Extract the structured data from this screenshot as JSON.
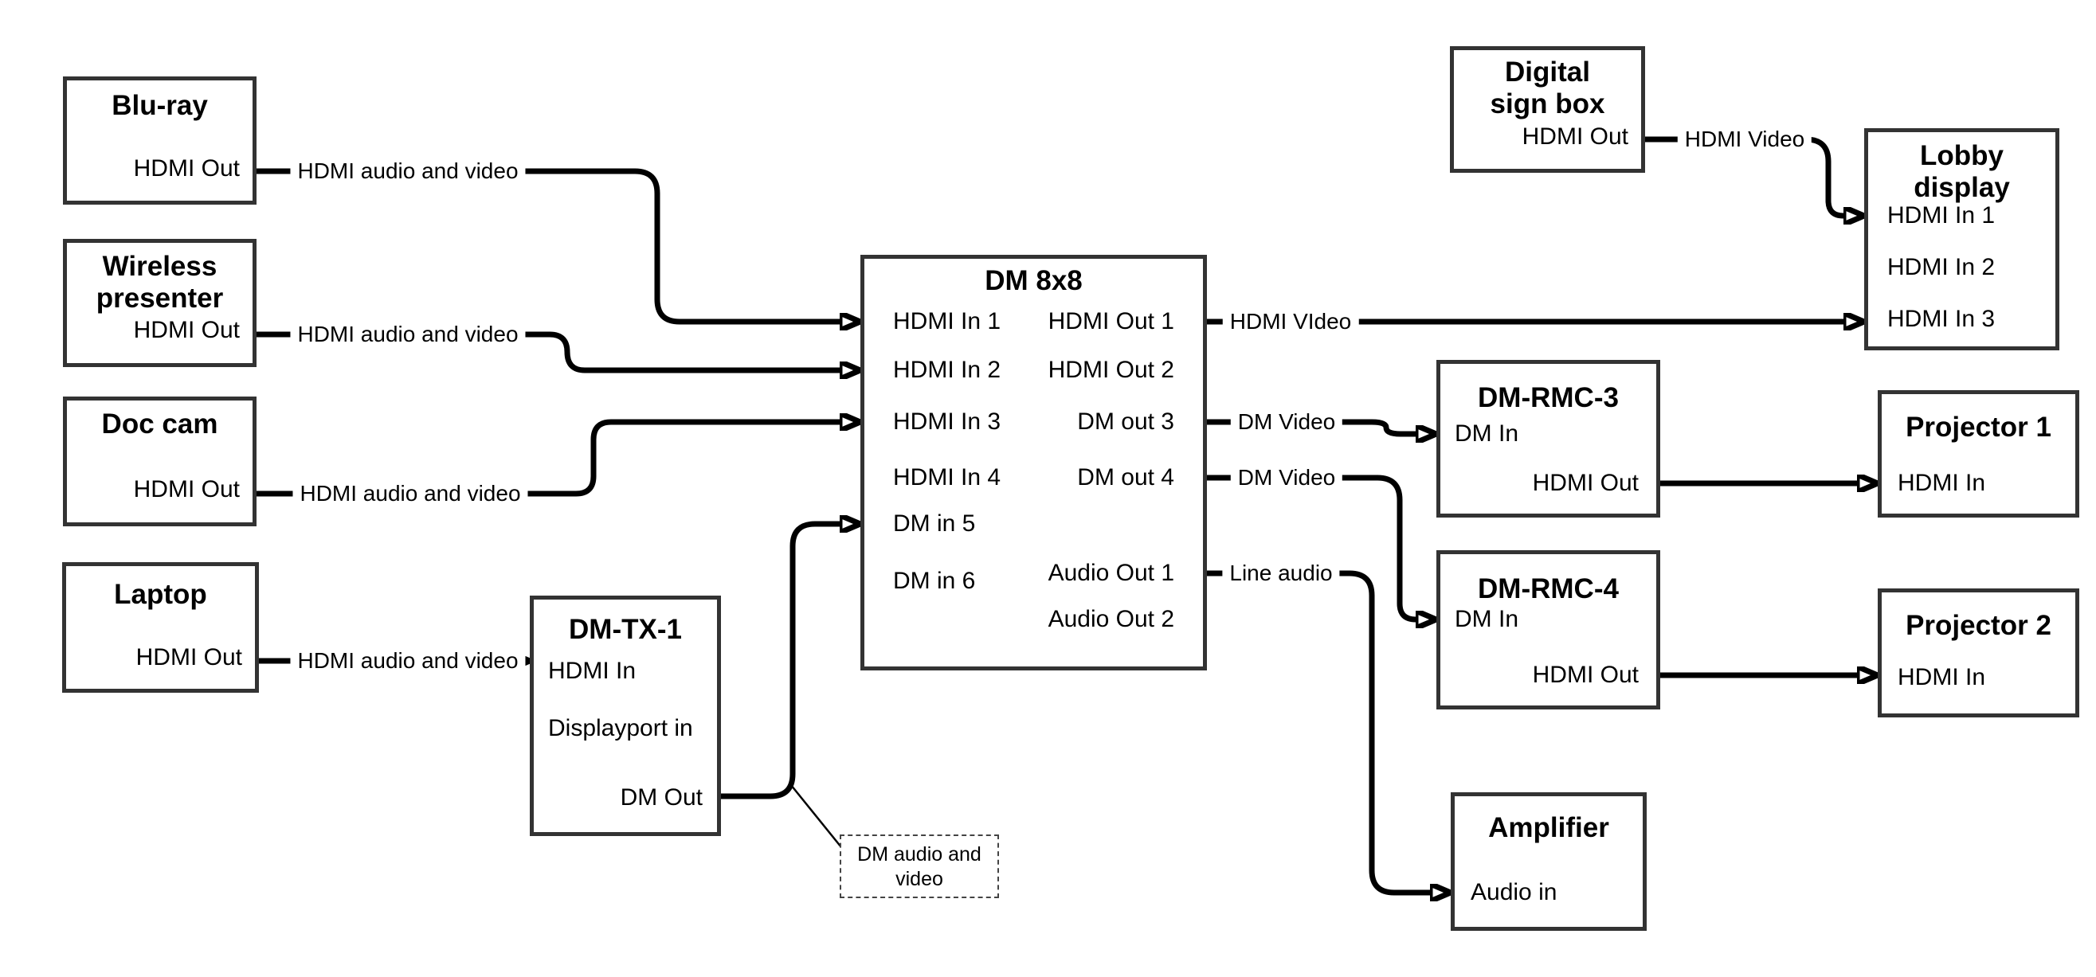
{
  "diagram": {
    "nodes": {
      "bluray": {
        "title": "Blu-ray",
        "port_hdmi_out": "HDMI Out"
      },
      "wireless_presenter": {
        "title": "Wireless presenter",
        "port_hdmi_out": "HDMI Out"
      },
      "doc_cam": {
        "title": "Doc cam",
        "port_hdmi_out": "HDMI Out"
      },
      "laptop": {
        "title": "Laptop",
        "port_hdmi_out": "HDMI Out"
      },
      "dm_tx_1": {
        "title": "DM-TX-1",
        "port_hdmi_in": "HDMI In",
        "port_displayport_in": "Displayport in",
        "port_dm_out": "DM Out"
      },
      "dm_8x8": {
        "title": "DM 8x8",
        "port_hdmi_in_1": "HDMI In 1",
        "port_hdmi_in_2": "HDMI In 2",
        "port_hdmi_in_3": "HDMI In 3",
        "port_hdmi_in_4": "HDMI In 4",
        "port_dm_in_5": "DM in 5",
        "port_dm_in_6": "DM in 6",
        "port_hdmi_out_1": "HDMI Out 1",
        "port_hdmi_out_2": "HDMI Out 2",
        "port_dm_out_3": "DM out 3",
        "port_dm_out_4": "DM out 4",
        "port_audio_out_1": "Audio Out 1",
        "port_audio_out_2": "Audio Out 2"
      },
      "digital_sign_box": {
        "title": "Digital sign box",
        "port_hdmi_out": "HDMI Out"
      },
      "lobby_display": {
        "title": "Lobby display",
        "port_hdmi_in_1": "HDMI In 1",
        "port_hdmi_in_2": "HDMI In 2",
        "port_hdmi_in_3": "HDMI In 3"
      },
      "dm_rmc_3": {
        "title": "DM-RMC-3",
        "port_dm_in": "DM In",
        "port_hdmi_out": "HDMI Out"
      },
      "dm_rmc_4": {
        "title": "DM-RMC-4",
        "port_dm_in": "DM In",
        "port_hdmi_out": "HDMI Out"
      },
      "projector_1": {
        "title": "Projector 1",
        "port_hdmi_in": "HDMI In"
      },
      "projector_2": {
        "title": "Projector 2",
        "port_hdmi_in": "HDMI In"
      },
      "amplifier": {
        "title": "Amplifier",
        "port_audio_in": "Audio in"
      }
    },
    "edge_labels": {
      "bluray_to_dm8x8": "HDMI audio and video",
      "wireless_to_dm8x8": "HDMI audio and video",
      "doccam_to_dm8x8": "HDMI audio and video",
      "laptop_to_dmtx1": "HDMI audio and video",
      "hdmi_out_1": "HDMI VIdeo",
      "dm_out_3": "DM Video",
      "dm_out_4": "DM Video",
      "audio_out_1": "Line audio",
      "sign_to_lobby": "HDMI Video"
    },
    "note": {
      "text": "DM audio and video"
    },
    "colors": {
      "line": "#000000",
      "box_border": "#333333",
      "background": "#ffffff"
    }
  }
}
